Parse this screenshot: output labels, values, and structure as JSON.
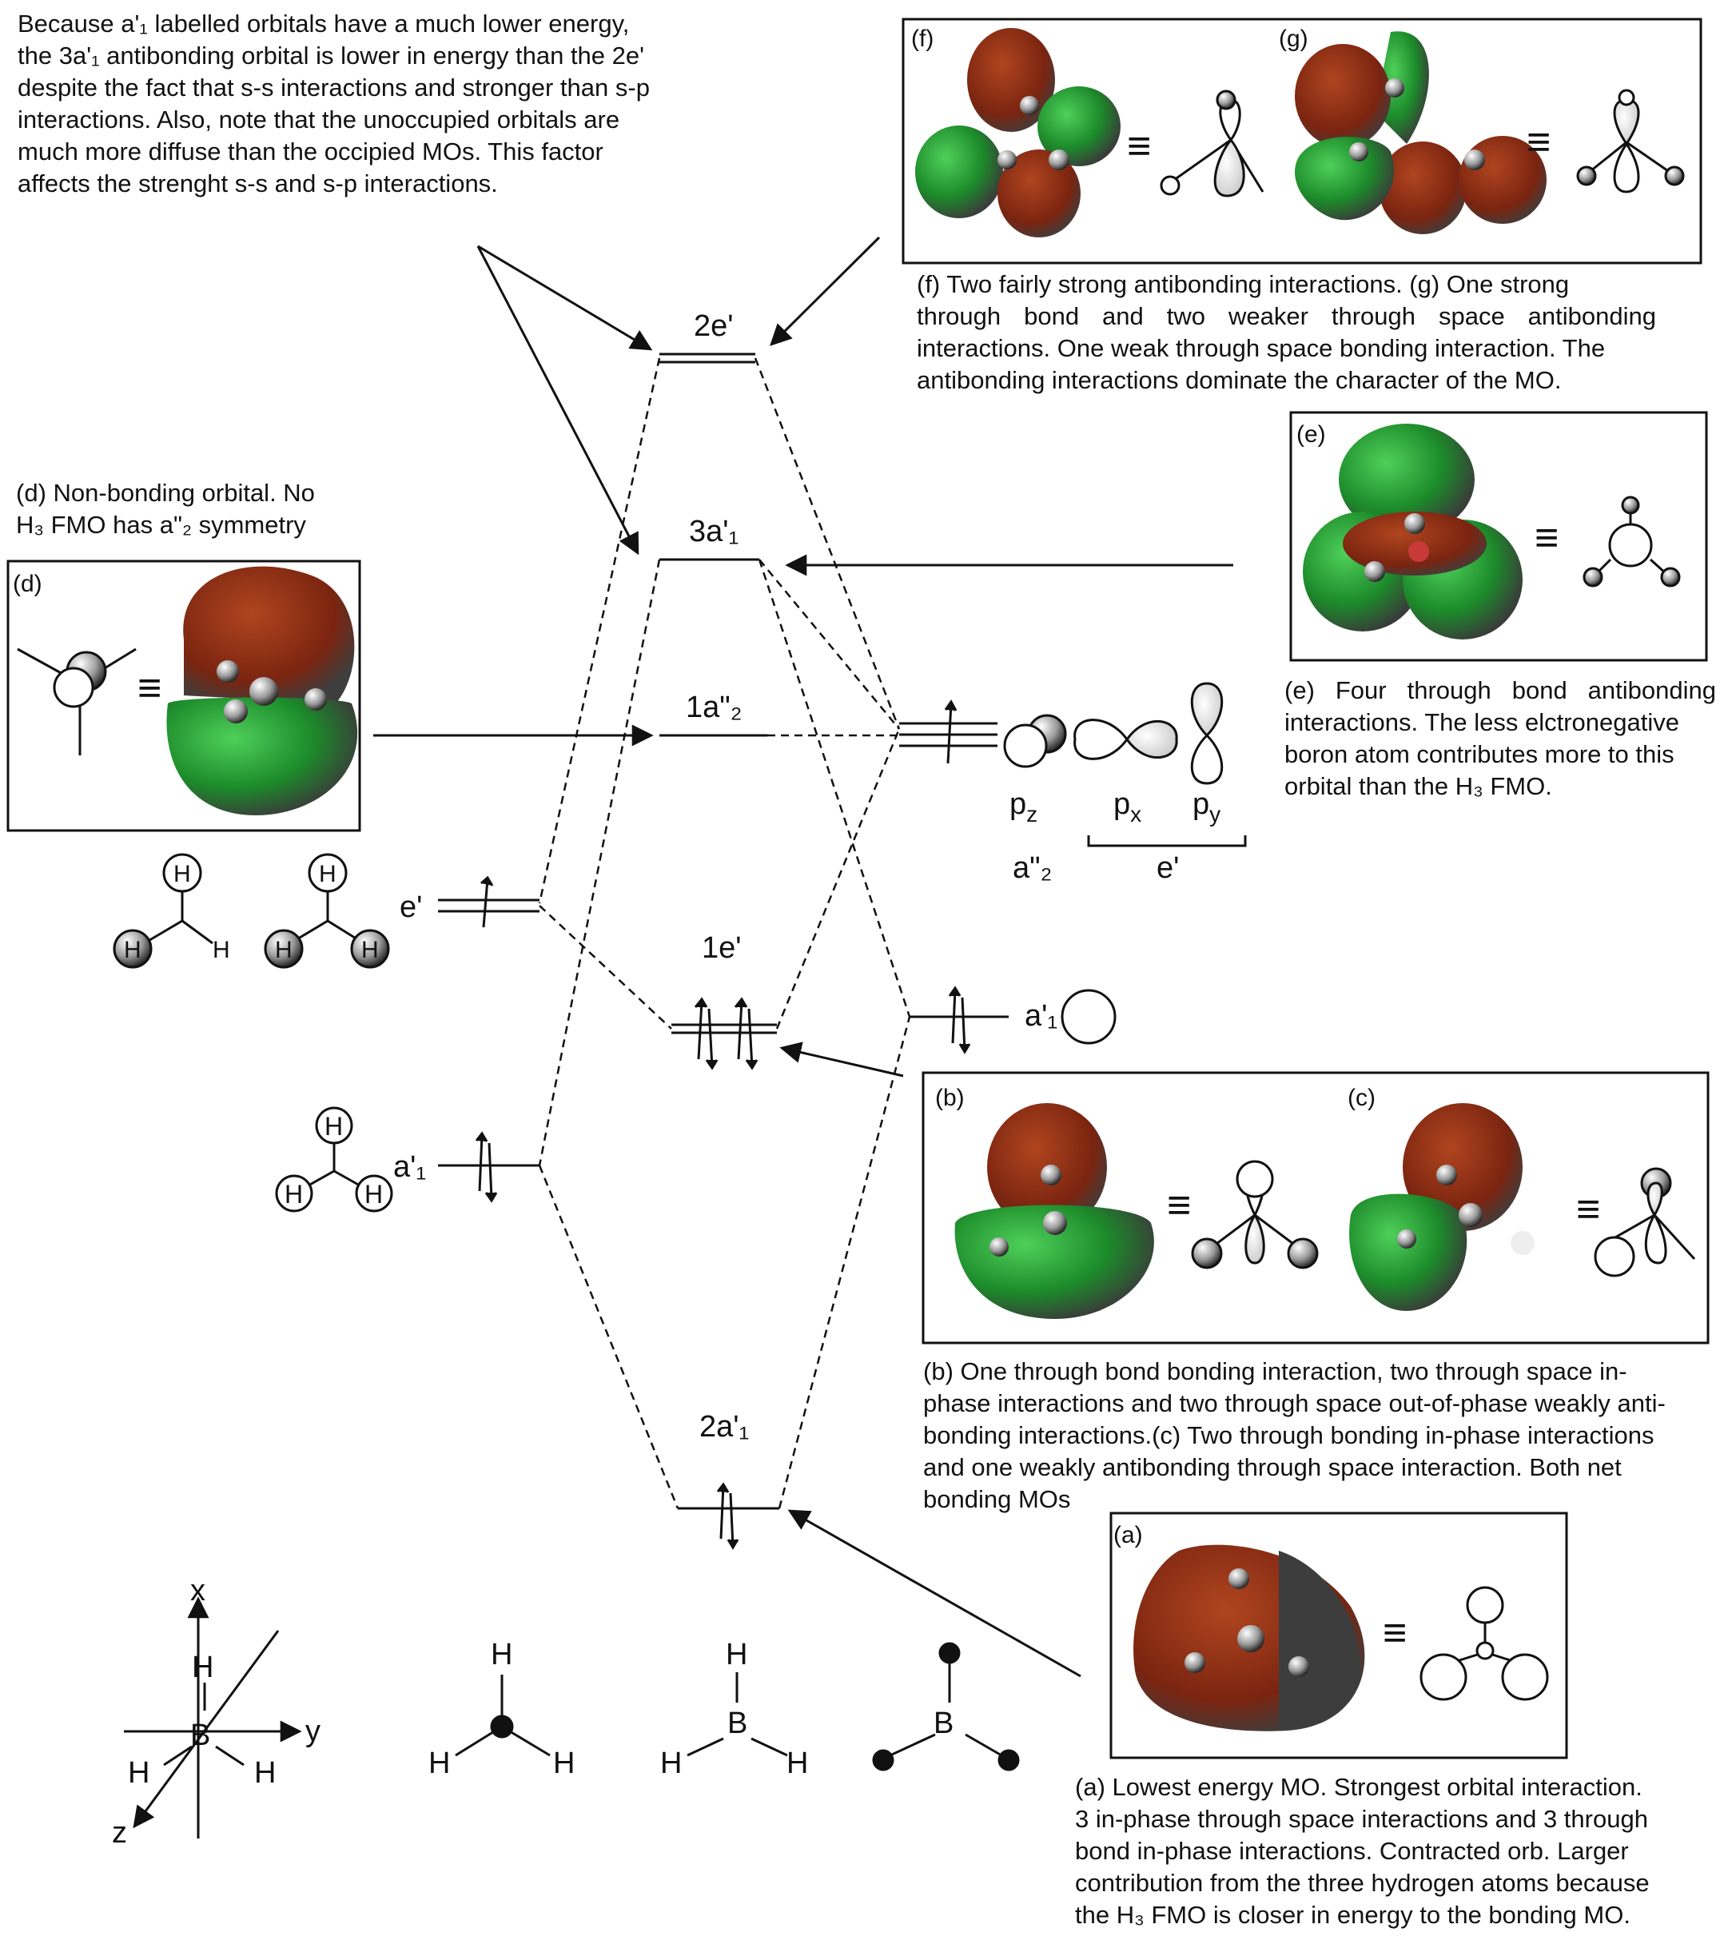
{
  "notes": {
    "top_left": [
      "Because aʹ₁ labelled orbitals have a much lower energy,",
      "the 3aʹ₁ antibonding orbital is lower in energy than the 2eʹ",
      "despite the fact that s-s interactions and stronger than s-p",
      "interactions. Also, note that the unoccupied orbitals are",
      "much more diffuse than the occipied MOs. This factor",
      "affects the strenght s-s and s-p interactions."
    ],
    "d": [
      "(d) Non-bonding orbital. No",
      "H₃ FMO has aʺ₂ symmetry"
    ],
    "fg": [
      "(f) Two fairly strong antibonding interactions. (g) One strong",
      "through bond and two weaker through space antibonding",
      "interactions. One weak through space bonding interaction. The",
      "antibonding interactions dominate the character of the MO."
    ],
    "e": [
      "(e) Four through bond antibonding",
      "interactions. The less elctronegative",
      "boron atom contributes more to this",
      "orbital than the H₃ FMO."
    ],
    "bc": [
      "(b) One through bond bonding interaction, two through space in-",
      "phase interactions and two through space out-of-phase weakly anti-",
      "bonding interactions.(c) Two through bonding in-phase interactions",
      "and one weakly antibonding through space interaction. Both net",
      "bonding MOs"
    ],
    "a": [
      "(a) Lowest energy MO. Strongest orbital interaction.",
      "3 in-phase through space interactions and 3 through",
      "bond in-phase interactions. Contracted orb. Larger",
      "contribution from the three hydrogen atoms because",
      "the H₃ FMO is closer in energy to the bonding MO."
    ]
  },
  "levels": {
    "2e": "2eʹ",
    "3a1": "3aʹ₁",
    "1a2": "1aʺ₂",
    "1e": "1eʹ",
    "2a1": "2aʹ₁"
  },
  "left_fmo": {
    "e": "eʹ",
    "a1": "aʹ₁"
  },
  "right_ao": {
    "pz": "p",
    "pz_sub": "z",
    "px": "p",
    "px_sub": "x",
    "py": "p",
    "py_sub": "y",
    "a2": "aʺ₂",
    "e": "eʹ",
    "a1": "aʹ₁"
  },
  "panel_labels": {
    "a": "(a)",
    "b": "(b)",
    "c": "(c)",
    "d": "(d)",
    "e": "(e)",
    "f": "(f)",
    "g": "(g)"
  },
  "atoms": {
    "H": "H",
    "B": "B"
  },
  "axes": {
    "x": "x",
    "y": "y",
    "z": "z"
  },
  "equiv_symbol": "≡",
  "colors": {
    "lobe_red": "#8a2a12",
    "lobe_green": "#1c8a2a",
    "lobe_grey": "#4a4a4a"
  }
}
